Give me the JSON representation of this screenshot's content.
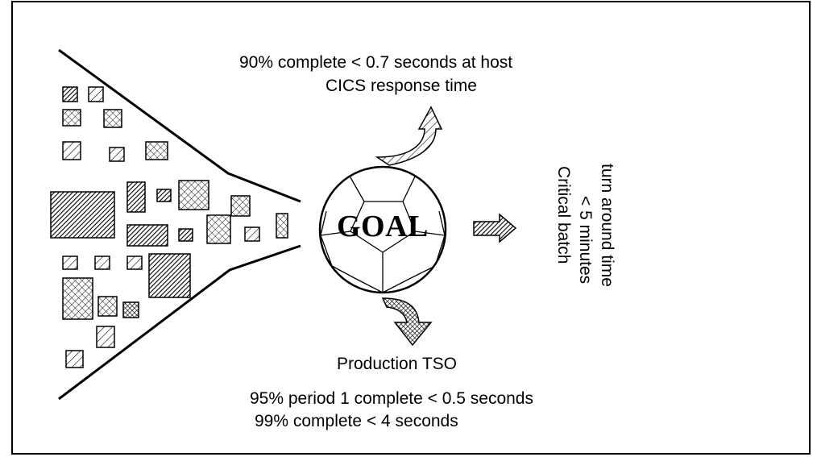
{
  "cics": {
    "line1": "90% complete < 0.7 seconds at host",
    "line2": "CICS response time"
  },
  "goal_label": "GOAL",
  "batch": {
    "line1": "turn around time",
    "line2": "< 5 minutes",
    "line3": "Critical batch"
  },
  "tso": {
    "line1": "Production TSO",
    "line2": "95% period 1 complete < 0.5 seconds",
    "line3": "99% complete < 4 seconds"
  }
}
